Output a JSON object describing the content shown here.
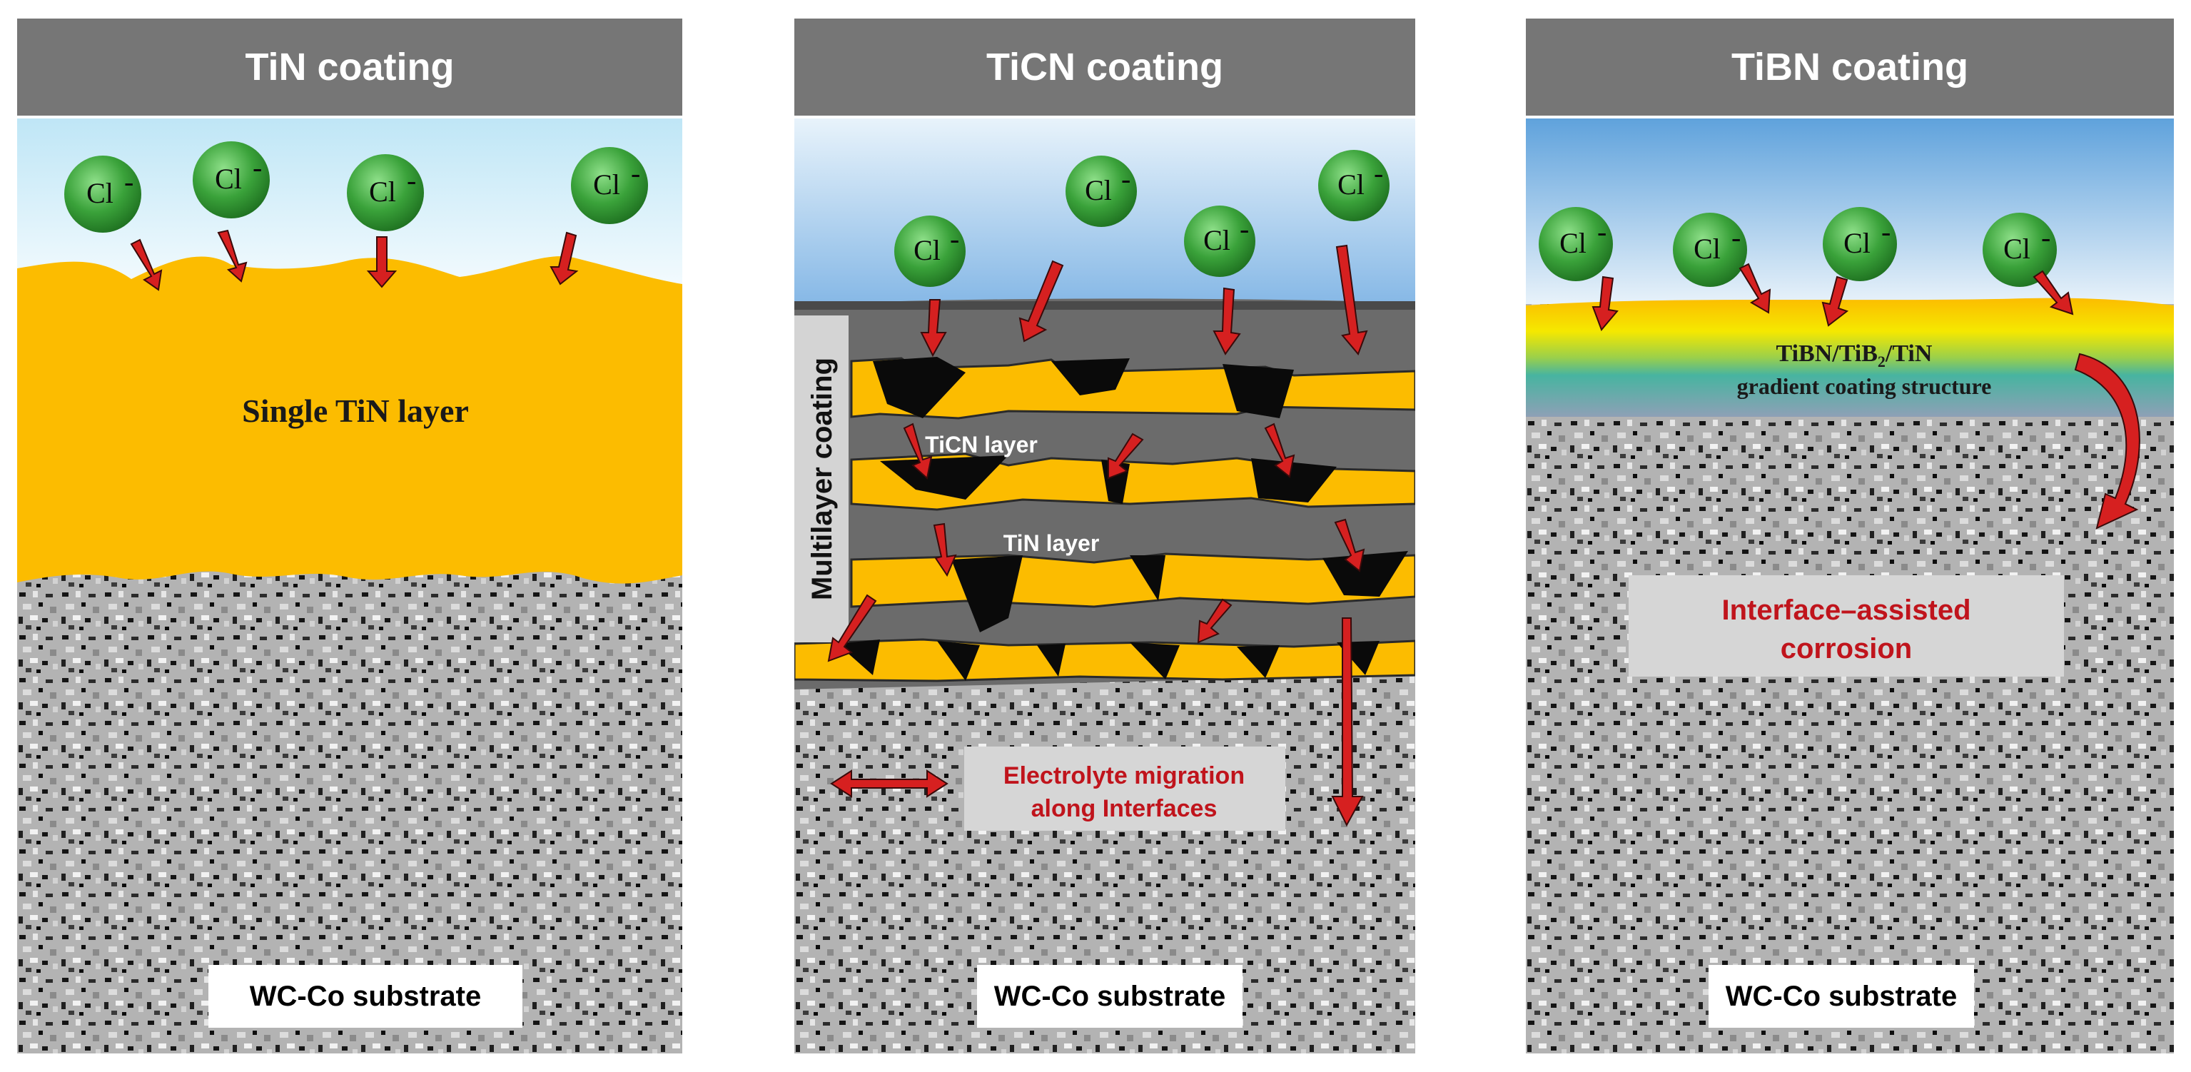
{
  "panels": [
    {
      "title": "TiN coating",
      "layer_label": "Single TiN layer",
      "ion_label": "Cl",
      "ion_charge": "-",
      "substrate_label": "WC-Co substrate"
    },
    {
      "title": "TiCN coating",
      "multilayer_label": "Multilayer coating",
      "ticn_layer_label": "TiCN layer",
      "tin_layer_label": "TiN layer",
      "ion_label": "Cl",
      "ion_charge": "-",
      "migration_label_line1": "Electrolyte migration",
      "migration_label_line2": "along Interfaces",
      "substrate_label": "WC-Co substrate"
    },
    {
      "title": "TiBN coating",
      "gradient_label_line1": "TiBN/TiB",
      "gradient_label_sub": "2",
      "gradient_label_line1_end": "/TiN",
      "gradient_label_line2": "gradient  coating structure",
      "ion_label": "Cl",
      "ion_charge": "-",
      "interface_label_line1": "Interface–assisted",
      "interface_label_line2": "corrosion",
      "substrate_label": "WC-Co substrate"
    }
  ],
  "colors": {
    "header_bg": "#767676",
    "coating_gold": "#fcbc00",
    "ion_green": "#3aa23a",
    "arrow_red": "#d62020",
    "label_red": "#c0141c",
    "crack_black": "#0a0a0a",
    "layer_gray": "#6b6b6b"
  }
}
